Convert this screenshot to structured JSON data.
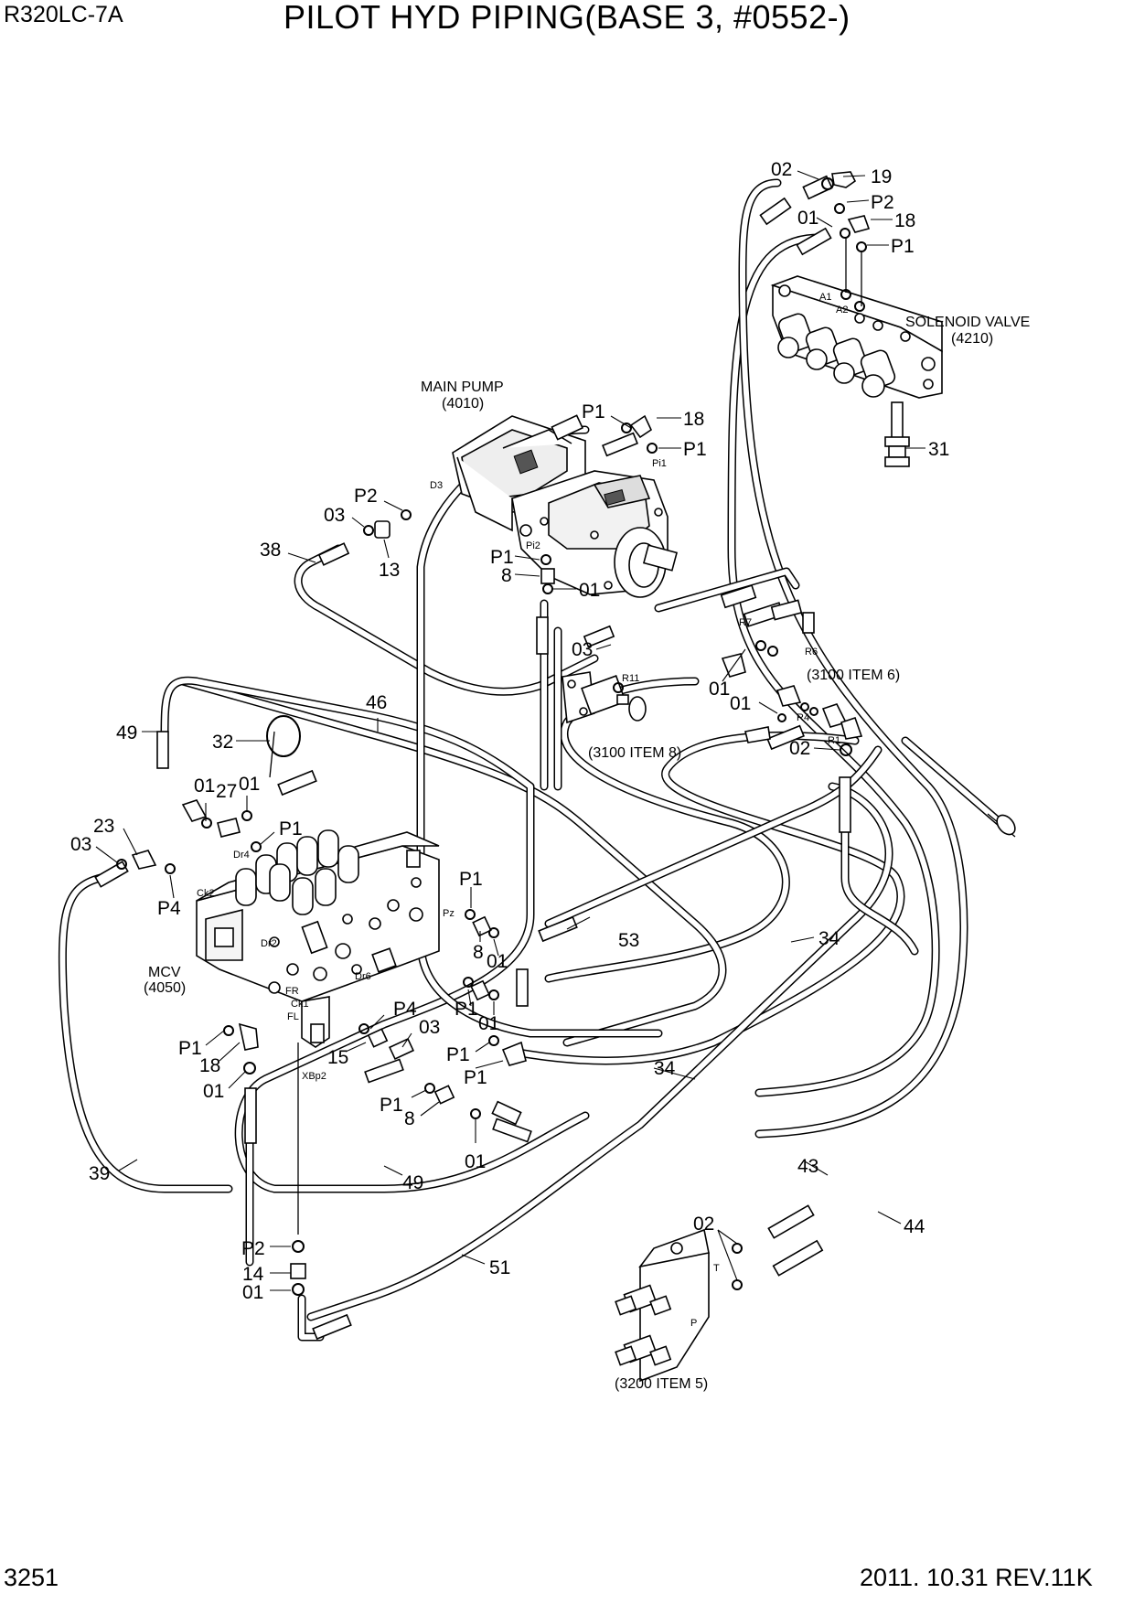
{
  "header": {
    "model": "R320LC-7A",
    "title": "PILOT HYD PIPING(BASE 3, #0552-)"
  },
  "footer": {
    "page_number": "3251",
    "revision": "2011. 10.31  REV.11K"
  },
  "components": {
    "main_pump": {
      "name": "MAIN PUMP",
      "code": "(4010)"
    },
    "solenoid_valve": {
      "name": "SOLENOID VALVE",
      "code": "(4210)"
    },
    "mcv": {
      "name": "MCV",
      "code": "(4050)"
    },
    "ref_3100_item6": "(3100 ITEM 6)",
    "ref_3100_item8": "(3100 ITEM 8)",
    "ref_3200_item5": "(3200 ITEM 5)"
  },
  "port_labels": {
    "a1": "A1",
    "a2": "A2",
    "d3": "D3",
    "pi1": "Pi1",
    "pi2": "Pi2",
    "r7": "R7",
    "r6": "R6",
    "r11": "R11",
    "r4": "R4",
    "r1": "R1",
    "ck2": "Ck2",
    "dr4": "Dr4",
    "dr2": "Dr2",
    "pz": "Pz",
    "dr6": "Dr6",
    "fr": "FR",
    "ck1": "Ck1",
    "fl": "FL",
    "xbp2": "XBp2",
    "t": "T",
    "p": "P"
  },
  "callouts": {
    "c1": "02",
    "c2": "19",
    "c3": "P2",
    "c4": "01",
    "c5": "18",
    "c6": "P1",
    "c7": "31",
    "c8": "P1",
    "c9": "18",
    "c10": "P1",
    "c11": "P2",
    "c12": "03",
    "c13": "13",
    "c14": "38",
    "c15": "P1",
    "c16": "8",
    "c17": "01",
    "c18": "03",
    "c19": "01",
    "c20": "01",
    "c21": "02",
    "c22": "49",
    "c23": "32",
    "c24": "46",
    "c25": "01",
    "c26": "27",
    "c27": "01",
    "c28": "23",
    "c29": "03",
    "c30": "P1",
    "c31": "P4",
    "c32": "P1",
    "c33": "8",
    "c34": "01",
    "c35": "53",
    "c36": "34",
    "c37": "P1",
    "c38": "01",
    "c39": "P4",
    "c40": "03",
    "c41": "P1",
    "c42": "18",
    "c43": "15",
    "c44": "P1",
    "c45": "8",
    "c46": "01",
    "c47": "34",
    "c48": "P1",
    "c49": "18",
    "c50": "01",
    "c51": "39",
    "c52": "49",
    "c53": "43",
    "c54": "02",
    "c55": "44",
    "c56": "51",
    "c57": "P2",
    "c58": "14",
    "c59": "01"
  }
}
